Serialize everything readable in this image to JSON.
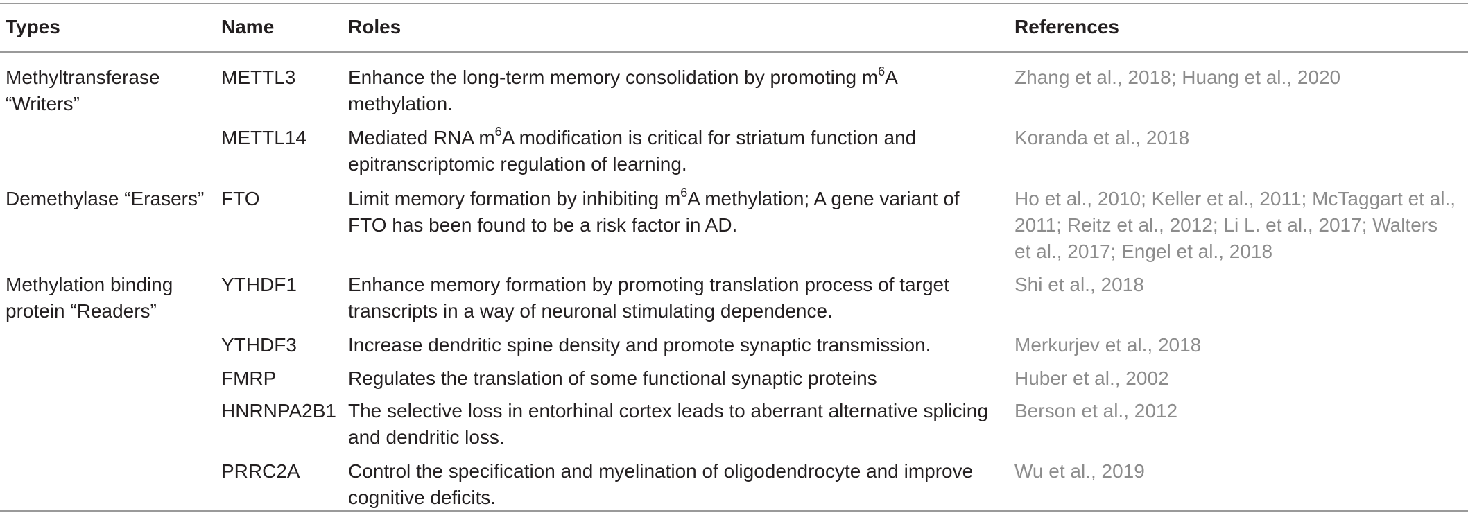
{
  "headers": {
    "types": "Types",
    "name": "Name",
    "roles": "Roles",
    "references": "References"
  },
  "types": {
    "writers_1": "Methyltransferase",
    "writers_2": "“Writers”",
    "erasers_1": "Demethylase “Erasers”",
    "readers_1": "Methylation binding",
    "readers_2": "protein “Readers”"
  },
  "rows": [
    {
      "name": "METTL3",
      "role_1_pre": "Enhance the long-term memory consolidation by promoting m",
      "role_1_sup": "6",
      "role_1_post": "A",
      "role_2": "methylation.",
      "ref_1": "Zhang et al., 2018; Huang et al., 2020"
    },
    {
      "name": "METTL14",
      "role_1_pre": "Mediated RNA m",
      "role_1_sup": "6",
      "role_1_post": "A modification is critical for striatum function and",
      "role_2": "epitranscriptomic regulation of learning.",
      "ref_1": "Koranda et al., 2018"
    },
    {
      "name": "FTO",
      "role_1_pre": "Limit memory formation by inhibiting m",
      "role_1_sup": "6",
      "role_1_post": "A methylation; A gene variant of",
      "role_2": "FTO has been found to be a risk factor in AD.",
      "ref_1": "Ho et al., 2010; Keller et al., 2011; McTaggart et al.,",
      "ref_2": "2011; Reitz et al., 2012; Li L. et al., 2017; Walters",
      "ref_3": "et al., 2017; Engel et al., 2018"
    },
    {
      "name": "YTHDF1",
      "role_1": "Enhance memory formation by promoting translation process of target",
      "role_2": "transcripts in a way of neuronal stimulating dependence.",
      "ref_1": "Shi et al., 2018"
    },
    {
      "name": "YTHDF3",
      "role_1": "Increase dendritic spine density and promote synaptic transmission.",
      "ref_1": "Merkurjev et al., 2018"
    },
    {
      "name": "FMRP",
      "role_1": "Regulates the translation of some functional synaptic proteins",
      "ref_1": "Huber et al., 2002"
    },
    {
      "name": "HNRNPA2B1",
      "role_1": "The selective loss in entorhinal cortex leads to aberrant alternative splicing",
      "role_2": "and dendritic loss.",
      "ref_1": "Berson et al., 2012"
    },
    {
      "name": "PRRC2A",
      "role_1": "Control the specification and myelination of oligodendrocyte and improve",
      "role_2": "cognitive deficits.",
      "ref_1": "Wu et al., 2019"
    }
  ]
}
